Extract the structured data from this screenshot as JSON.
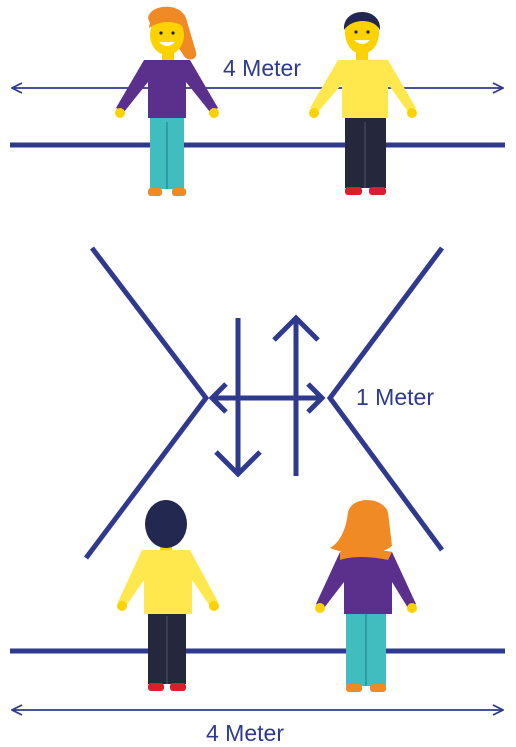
{
  "labels": {
    "top_distance": "4 Meter",
    "middle_distance": "1 Meter",
    "bottom_distance": "4 Meter"
  },
  "colors": {
    "line": "#2f3a8f",
    "skin": "#fcd200",
    "yellow_shirt": "#ffe84d",
    "purple_shirt": "#5b2f8c",
    "orange_hair": "#f08a24",
    "dark_hair": "#22284f",
    "dark_pants": "#25283d",
    "teal_pants": "#41bdc0",
    "red_shoes": "#d8202a",
    "orange_shoes": "#f08a24"
  },
  "figures": [
    {
      "name": "woman-top",
      "shirt": "purple",
      "hair": "orange",
      "pants": "teal",
      "facing": "front"
    },
    {
      "name": "man-top",
      "shirt": "yellow",
      "hair": "dark",
      "pants": "dark",
      "facing": "front"
    },
    {
      "name": "man-bottom",
      "shirt": "yellow",
      "hair": "dark",
      "pants": "dark",
      "facing": "back"
    },
    {
      "name": "woman-bottom",
      "shirt": "purple",
      "hair": "orange",
      "pants": "teal",
      "facing": "back"
    }
  ]
}
